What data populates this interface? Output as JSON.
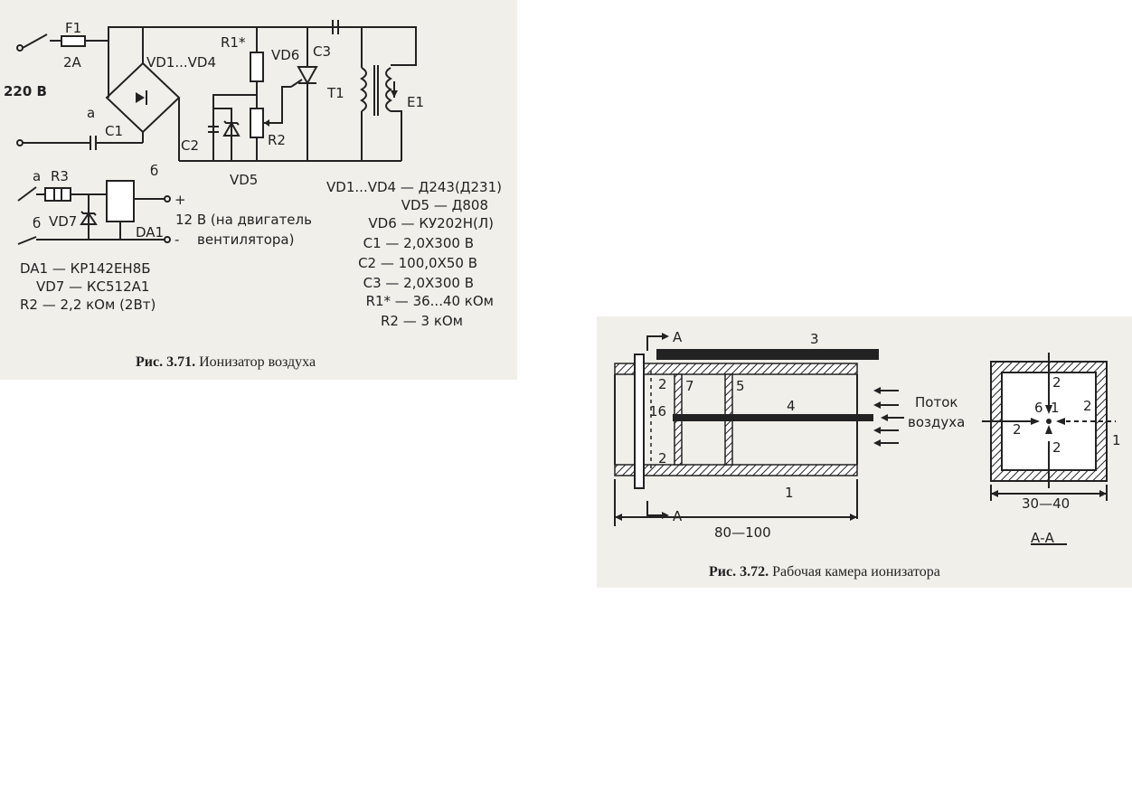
{
  "fig71": {
    "caption_num": "Рис. 3.71.",
    "caption_text": "Ионизатор воздуха",
    "labels": {
      "f1": "F1",
      "f1_rating": "2A",
      "mains": "220 В",
      "bridge": "VD1...VD4",
      "a": "а",
      "c1": "C1",
      "b": "б",
      "r1": "R1*",
      "vd6": "VD6",
      "c3": "C3",
      "t1": "T1",
      "e1": "E1",
      "c2": "C2",
      "r2": "R2",
      "vd5": "VD5",
      "a2": "а",
      "r3": "R3",
      "b2": "б",
      "vd7": "VD7",
      "da1": "DA1",
      "plus": "+",
      "minus": "-",
      "fan_line1": "12 В (на двигатель",
      "fan_line2": "вентилятора)"
    },
    "components_left": [
      "DA1 — КР142ЕН8Б",
      "VD7 — КС512А1",
      "R2 — 2,2 кОм (2Вт)"
    ],
    "components_right": [
      "VD1...VD4 — Д243(Д231)",
      "VD5 — Д808",
      "VD6 — КУ202Н(Л)",
      "C1 — 2,0X300 В",
      "C2 — 100,0X50 В",
      "C3 — 2,0X300 В",
      "R1* — 36...40 кОм",
      "R2 — 3 кОм"
    ]
  },
  "fig72": {
    "caption_num": "Рис. 3.72.",
    "caption_text": "Рабочая камера ионизатора",
    "labels": {
      "sec_a_top": "A",
      "sec_a_bottom": "A",
      "n3": "3",
      "n4": "4",
      "n7": "7",
      "n5": "5",
      "n1": "1",
      "n2a": "2",
      "n2b": "2",
      "n16": "16",
      "flow_line1": "Поток",
      "flow_line2": "воздуха",
      "dim_length": "80—100",
      "s_n2_top": "2",
      "s_n6": "6",
      "s_n1c": "1",
      "s_n2_right": "2",
      "s_n2_left": "2",
      "s_n2_bottom": "2",
      "s_n1": "1",
      "dim_width": "30—40",
      "section": "А-А"
    }
  }
}
